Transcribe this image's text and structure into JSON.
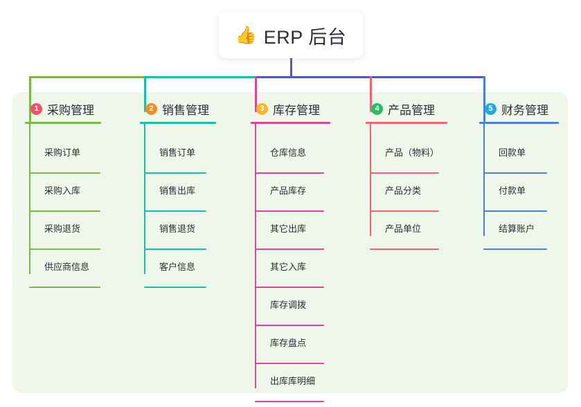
{
  "root": {
    "icon": "thumbs-up-icon",
    "emoji": "👍",
    "title": "ERP 后台"
  },
  "colors": {
    "panel_background": "#eef7e9",
    "page_background": "#ffffff",
    "root_stem": "#4a5bc4",
    "text": "#2b2f36"
  },
  "branches": [
    {
      "number": "1",
      "title": "采购管理",
      "line_color": "#7ab648",
      "badge_color": "#f0506a",
      "children": [
        {
          "label": "采购订单"
        },
        {
          "label": "采购入库"
        },
        {
          "label": "采购退货"
        },
        {
          "label": "供应商信息"
        }
      ]
    },
    {
      "number": "2",
      "title": "销售管理",
      "line_color": "#15bfae",
      "badge_color": "#f48b2b",
      "children": [
        {
          "label": "销售订单"
        },
        {
          "label": "销售出库"
        },
        {
          "label": "销售退货"
        },
        {
          "label": "客户信息"
        }
      ]
    },
    {
      "number": "3",
      "title": "库存管理",
      "line_color": "#e0439a",
      "badge_color": "#f5b722",
      "children": [
        {
          "label": "仓库信息"
        },
        {
          "label": "产品库存"
        },
        {
          "label": "其它出库"
        },
        {
          "label": "其它入库"
        },
        {
          "label": "库存调拨"
        },
        {
          "label": "库存盘点"
        },
        {
          "label": "出库库明细"
        }
      ]
    },
    {
      "number": "4",
      "title": "产品管理",
      "line_color": "#f5616f",
      "badge_color": "#25bd6a",
      "children": [
        {
          "label": "产品（物料）"
        },
        {
          "label": "产品分类"
        },
        {
          "label": "产品单位"
        }
      ]
    },
    {
      "number": "5",
      "title": "财务管理",
      "line_color": "#4a7fd4",
      "badge_color": "#21a9e1",
      "children": [
        {
          "label": "回款单"
        },
        {
          "label": "付款单"
        },
        {
          "label": "结算账户"
        }
      ]
    }
  ],
  "connector": {
    "segments": [
      {
        "name": "trunk-segment-green",
        "color": "#7ab648"
      },
      {
        "name": "trunk-segment-teal",
        "color": "#15bfae"
      },
      {
        "name": "trunk-segment-blue",
        "color": "#4a5bc4"
      }
    ],
    "drops": [
      {
        "name": "drop-1",
        "color": "#7ab648"
      },
      {
        "name": "drop-2",
        "color": "#15bfae"
      },
      {
        "name": "drop-3",
        "color": "#e0439a"
      },
      {
        "name": "drop-4",
        "color": "#f5616f"
      },
      {
        "name": "drop-5",
        "color": "#4a7fd4"
      }
    ]
  }
}
